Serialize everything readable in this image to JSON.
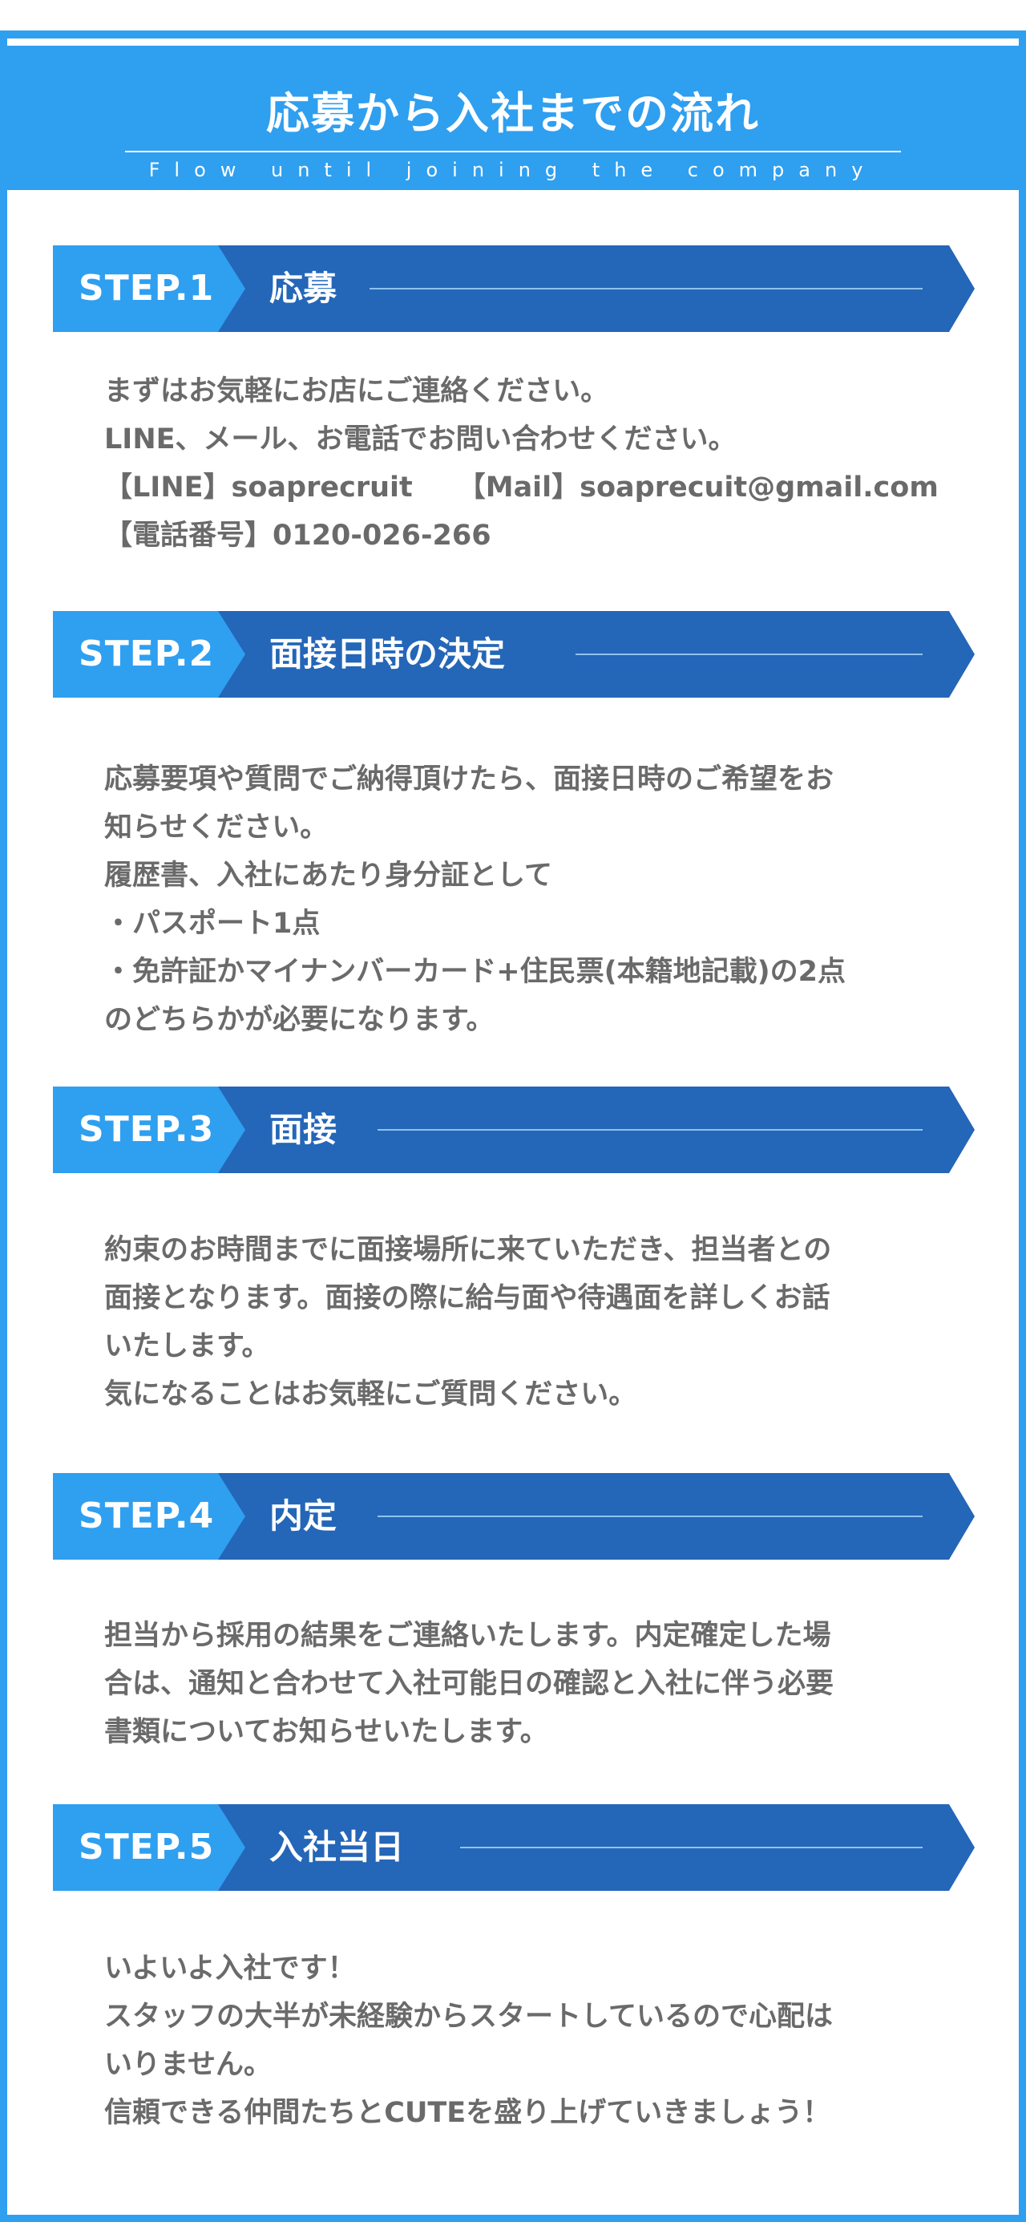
{
  "header": {
    "title": "応募から入社までの流れ",
    "subtitle": "Flow until joining the company"
  },
  "colors": {
    "header_blue": "#2f9ff0",
    "label_blue": "#2f9ff0",
    "bar_dark": "#2466b8",
    "body_text": "#6a6a6a"
  },
  "steps": [
    {
      "label": "STEP.1",
      "title": "応募",
      "lines": [
        "まずはお気軽にお店にご連絡ください。",
        "LINE、メール、お電話でお問い合わせください。"
      ],
      "contact": {
        "line": "【LINE】soaprecruit",
        "mail": "【Mail】soaprecuit@gmail.com",
        "phone": "【電話番号】0120-026-266"
      }
    },
    {
      "label": "STEP.2",
      "title": "面接日時の決定",
      "lines": [
        "応募要項や質問でご納得頂けたら、面接日時のご希望をお",
        "知らせください。",
        "履歴書、入社にあたり身分証として",
        "・パスポート1点",
        "・免許証かマイナンバーカード+住民票(本籍地記載)の2点",
        "のどちらかが必要になります。"
      ]
    },
    {
      "label": "STEP.3",
      "title": "面接",
      "lines": [
        "約束のお時間までに面接場所に来ていただき、担当者との",
        "面接となります。面接の際に給与面や待遇面を詳しくお話",
        "いたします。",
        "気になることはお気軽にご質問ください。"
      ]
    },
    {
      "label": "STEP.4",
      "title": "内定",
      "lines": [
        "担当から採用の結果をご連絡いたします。内定確定した場",
        "合は、通知と合わせて入社可能日の確認と入社に伴う必要",
        "書類についてお知らせいたします。"
      ]
    },
    {
      "label": "STEP.5",
      "title": "入社当日",
      "lines": [
        "いよいよ入社です！",
        "スタッフの大半が未経験からスタートしているので心配は",
        "いりません。",
        "信頼できる仲間たちとCUTEを盛り上げていきましょう！"
      ]
    }
  ]
}
